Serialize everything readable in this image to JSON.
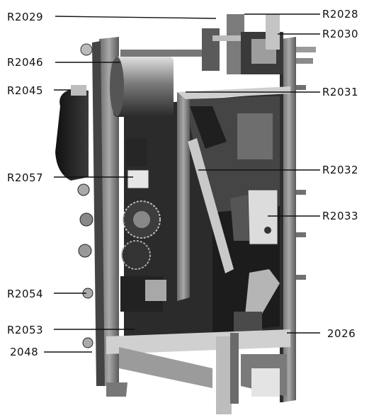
{
  "figure": {
    "labels": {
      "r2029": "R2029",
      "r2028": "R2028",
      "r2030": "R2030",
      "r2046": "R2046",
      "r2045": "R2045",
      "r2031": "R2031",
      "r2032": "R2032",
      "r2057": "R2057",
      "r2033": "R2033",
      "r2054": "R2054",
      "r2053": "R2053",
      "r2048": "2048",
      "r2026": "2026"
    }
  }
}
